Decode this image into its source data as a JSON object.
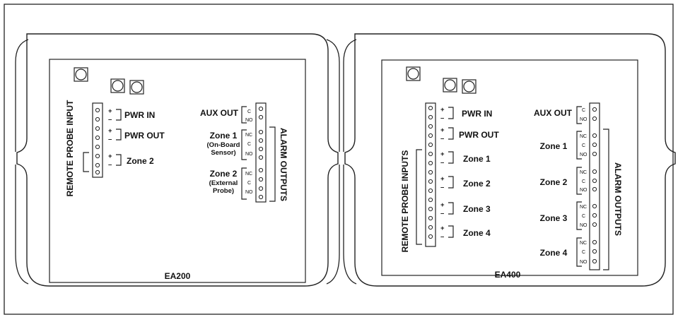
{
  "figure": {
    "ea200": {
      "model_label": "EA200",
      "remote_probe_label": "REMOTE PROBE INPUT",
      "alarm_outputs_label": "ALARM OUTPUTS",
      "pwr_in": "PWR IN",
      "pwr_out": "PWR OUT",
      "zone2_input": "Zone 2",
      "aux_out": "AUX OUT",
      "zone1_title": "Zone 1",
      "zone1_sub1": "(On-Board",
      "zone1_sub2": "Sensor)",
      "zone2_title": "Zone 2",
      "zone2_sub1": "(External",
      "zone2_sub2": "Probe)"
    },
    "ea400": {
      "model_label": "EA400",
      "remote_probe_label": "REMOTE PROBE INPUTS",
      "alarm_outputs_label": "ALARM OUTPUTS",
      "pwr_in": "PWR IN",
      "pwr_out": "PWR OUT",
      "inputs": [
        "Zone 1",
        "Zone 2",
        "Zone 3",
        "Zone 4"
      ],
      "aux_out": "AUX OUT",
      "outputs": [
        "Zone 1",
        "Zone 2",
        "Zone 3",
        "Zone 4"
      ]
    },
    "symbols": {
      "plus": "+",
      "minus": "–"
    },
    "relay": {
      "nc": "NC",
      "c": "C",
      "no": "NO"
    }
  }
}
